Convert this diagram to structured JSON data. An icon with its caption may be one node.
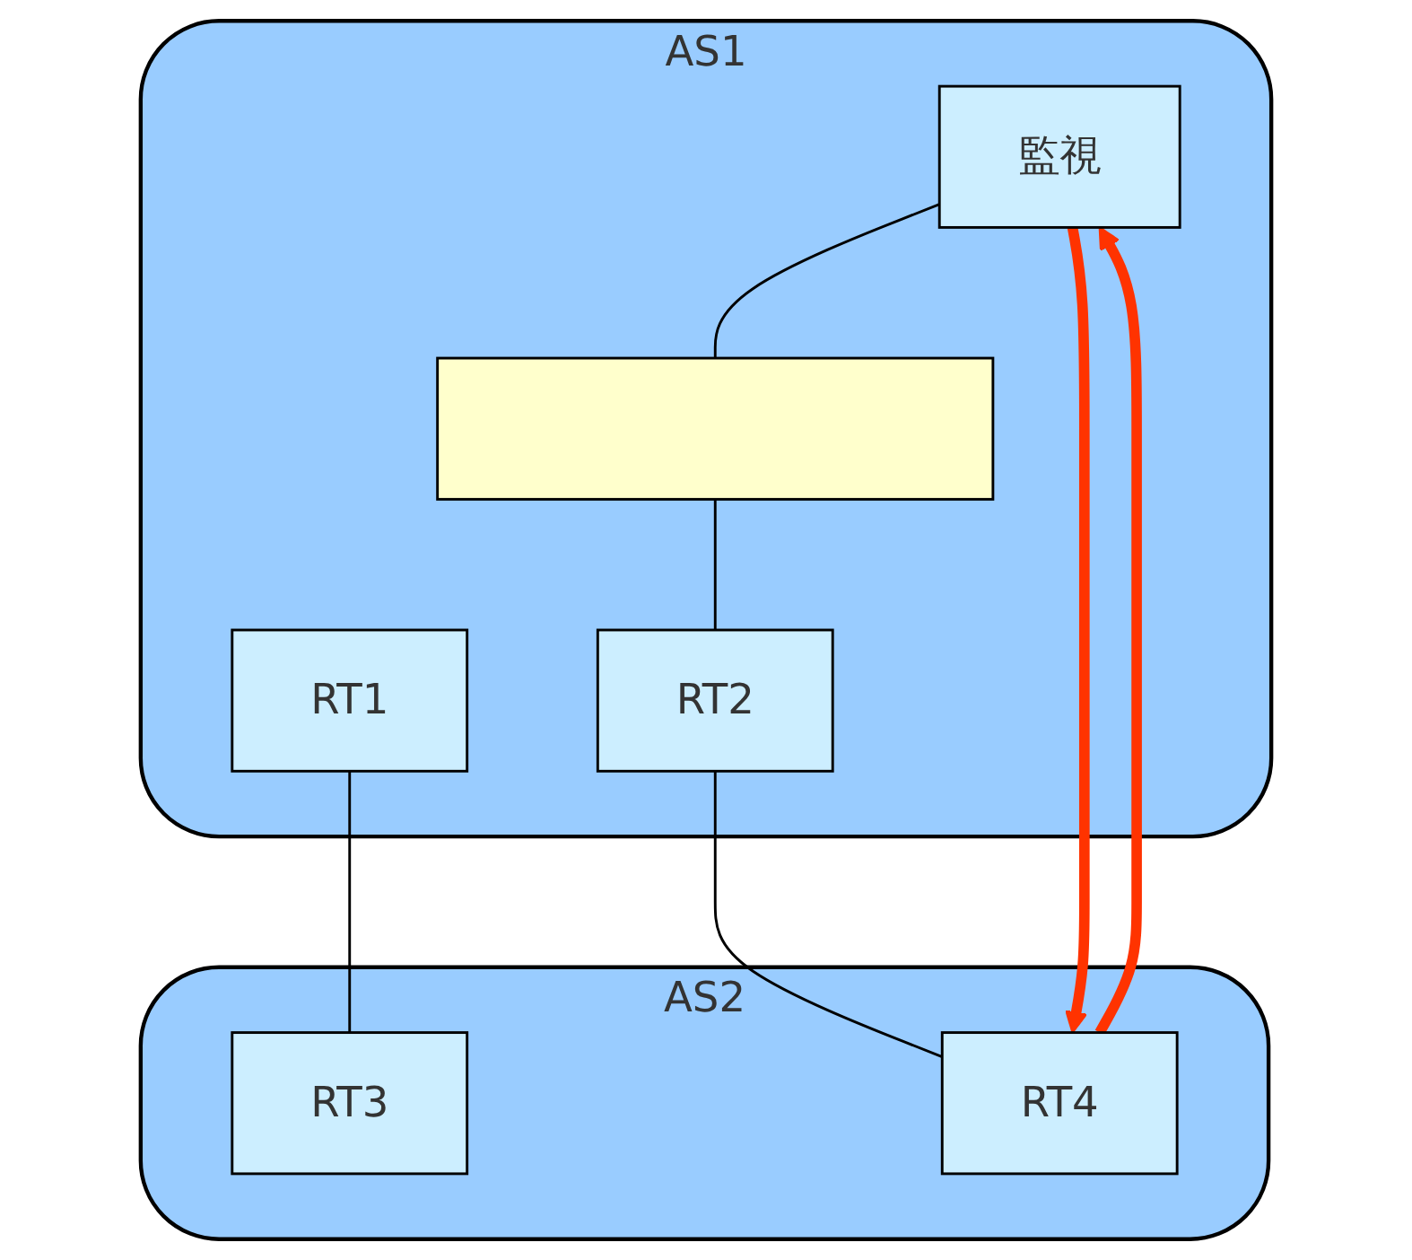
{
  "diagram": {
    "nodes": [
      {
        "text": [
          "AS1"
        ]
      },
      {
        "text": [
          "監視"
        ],
        "in": 0
      },
      {
        "text": [],
        "shape": "bar",
        "in": 0
      },
      {
        "text": [
          "RT1"
        ],
        "in": 0
      },
      {
        "text": [
          "RT2"
        ],
        "in": 0
      },
      {
        "text": [
          "AS2"
        ]
      },
      {
        "text": [
          "RT3"
        ],
        "in": 5
      },
      {
        "text": [
          "RT4"
        ],
        "in": 5
      }
    ],
    "edges": [
      {
        "from": 1,
        "to": 2,
        "arrow": "none"
      },
      {
        "from": 2,
        "to": 4,
        "arrow": "none"
      },
      {
        "from": 3,
        "to": 6,
        "arrow": "none"
      },
      {
        "from": 4,
        "to": 7,
        "arrow": "none"
      },
      {
        "from": 1,
        "to": 7,
        "arrow": "to",
        "style": "thick",
        "color": "#ff3300"
      },
      {
        "from": 7,
        "to": 1,
        "arrow": "to",
        "style": "thick",
        "color": "#ff3300"
      }
    ]
  }
}
